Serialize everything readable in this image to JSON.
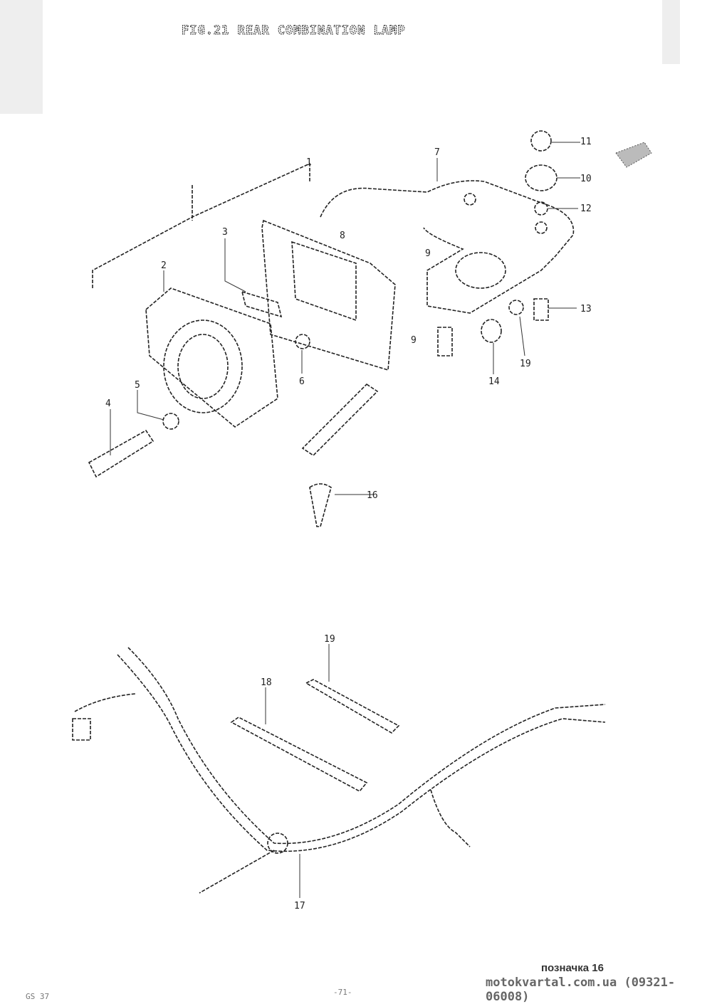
{
  "header": {
    "title": "FIG.21  REAR COMBINATION LAMP"
  },
  "parts": [
    "1",
    "2",
    "3",
    "4",
    "5",
    "6",
    "7",
    "8",
    "9",
    "9",
    "10",
    "11",
    "12",
    "13",
    "14",
    "19",
    "16",
    "17",
    "18",
    "19"
  ],
  "footer": {
    "label": "позначка 16",
    "site": "motokvartal.com.ua (09321-06008)",
    "code": "GS 37",
    "page": "-71-"
  }
}
